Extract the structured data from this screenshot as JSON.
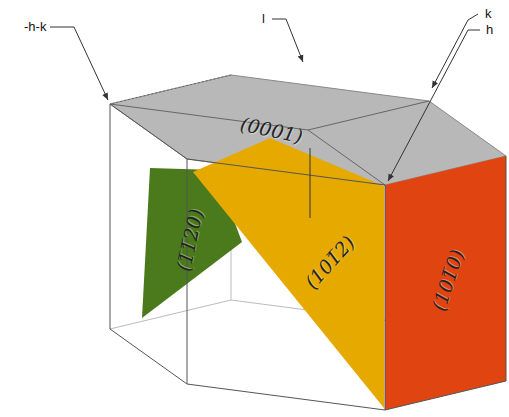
{
  "diagram": {
    "labels": [
      "-h-k",
      "l",
      "k",
      "h",
      "(0001)",
      "(101̅2)",
      "(101̅0)",
      "(1̅1̅20)"
    ]
  }
}
